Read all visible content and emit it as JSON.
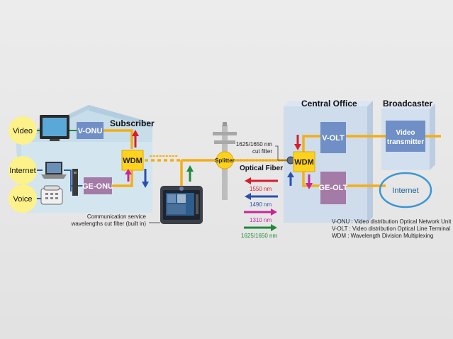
{
  "subscriber": {
    "title": "Subscriber",
    "services": {
      "video": "Video",
      "internet": "Internet",
      "voice": "Voice"
    },
    "v_onu": "V-ONU",
    "ge_onu": "GE-ONU",
    "wdm": "WDM"
  },
  "splitter": "Splitter",
  "optical_fiber": {
    "title": "Optical Fiber",
    "wavelengths": [
      {
        "label": "1550 nm",
        "color": "#d81e2a"
      },
      {
        "label": "1490 nm",
        "color": "#2a4fb0"
      },
      {
        "label": "1310 nm",
        "color": "#c8259a"
      },
      {
        "label": "1625/1650 nm",
        "color": "#1f8a3a"
      }
    ]
  },
  "filter_label": {
    "line1": "1625/1650 nm",
    "line2": "cut filter"
  },
  "tester_note": {
    "line1": "Communication service",
    "line2": "wavelengths cut filter (built in)"
  },
  "central_office": {
    "title": "Central Office",
    "wdm": "WDM",
    "v_olt": "V-OLT",
    "ge_olt": "GE-OLT"
  },
  "broadcaster": {
    "title": "Broadcaster",
    "video_tx_line1": "Video",
    "video_tx_line2": "transmitter"
  },
  "internet_cloud": "Internet",
  "legend": [
    "V-ONU : Video distribution Optical Network Unit",
    "V-OLT : Video distribution Optical Line Terminal",
    "WDM : Wavelength Division Multiplexing"
  ],
  "colors": {
    "fiber": "#f4ae14",
    "wdm_box": "#ffd21e",
    "onu_box": "#6f8fc6",
    "ge_box": "#a47aa6",
    "house": "#cfe3ee",
    "office": "#cfdcec",
    "service_circle": "#fdf28a",
    "cable_green": "#1a8a3a",
    "cable_blue": "#2d5fa8"
  }
}
